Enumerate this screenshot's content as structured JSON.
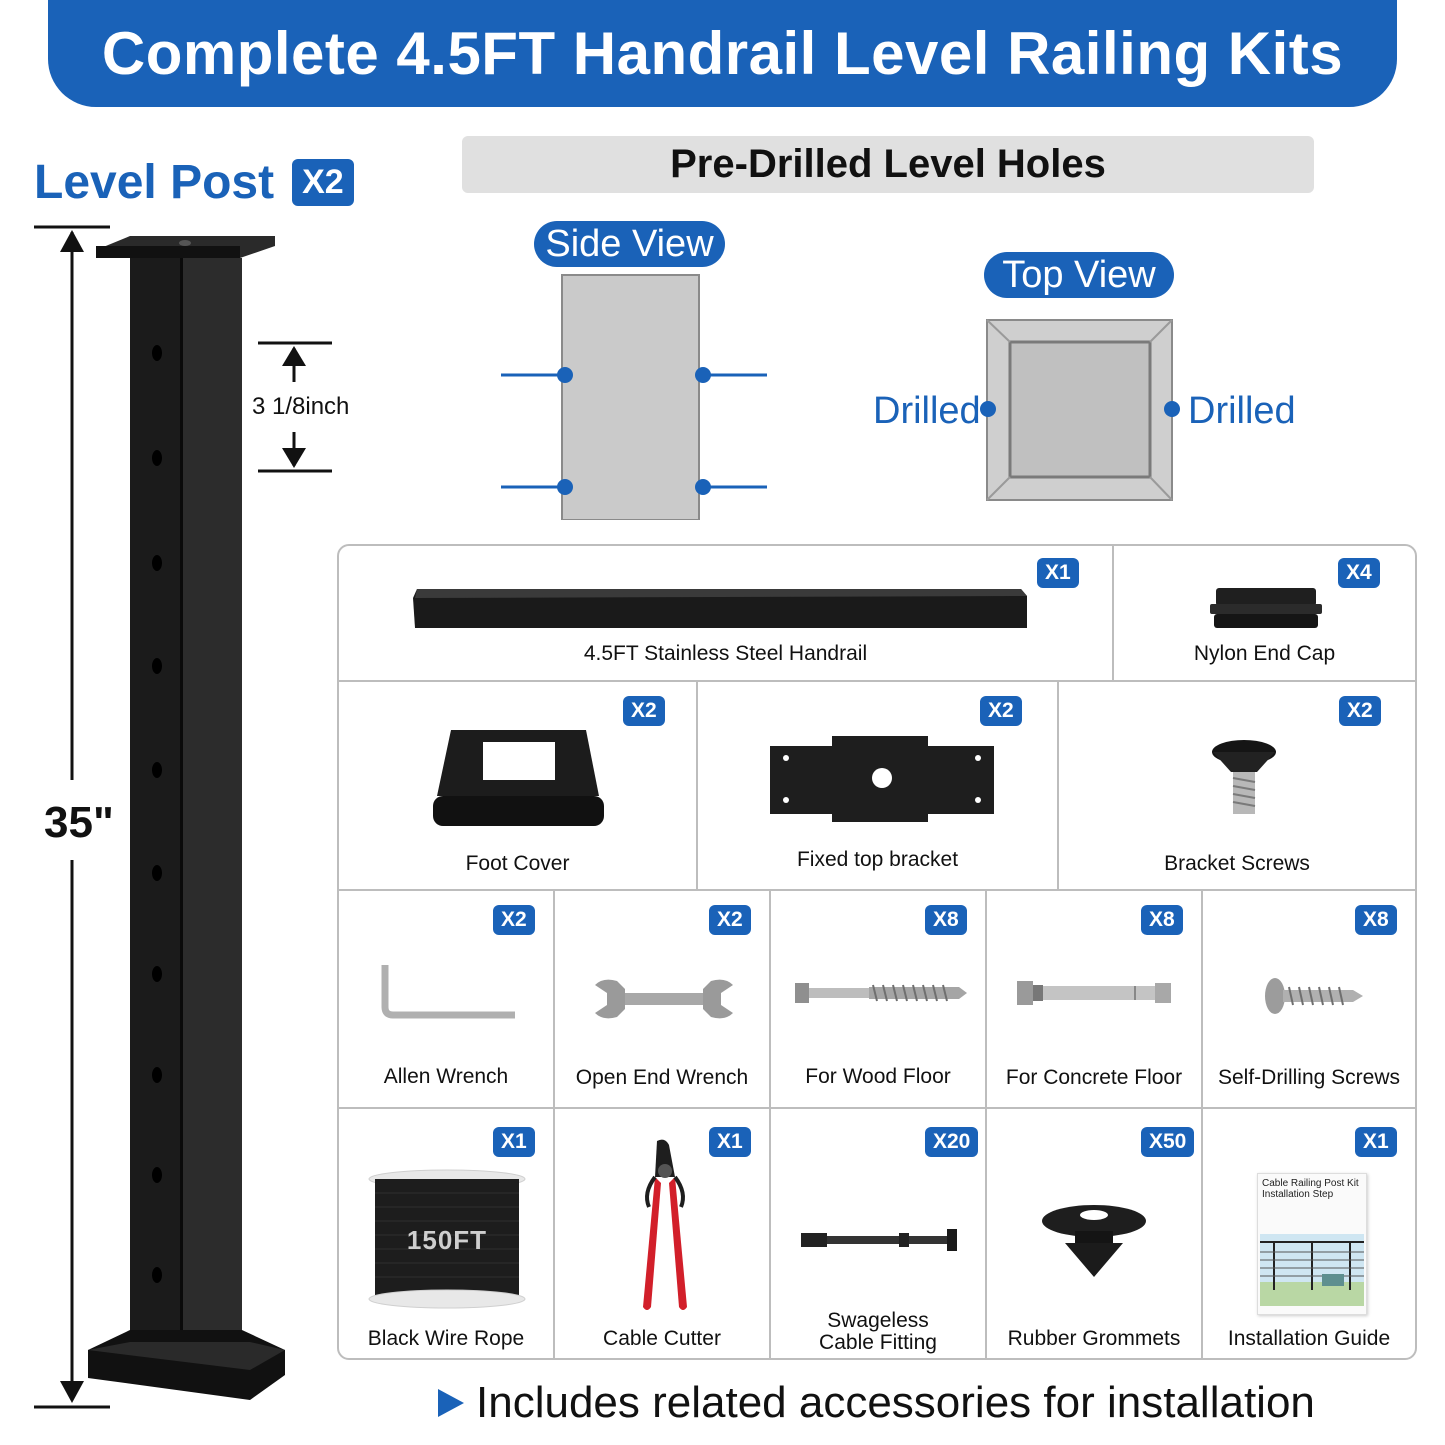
{
  "banner": {
    "title": "Complete 4.5FT Handrail Level Railing Kits"
  },
  "post": {
    "title": "Level Post",
    "qty": "X2",
    "height_label": "35\"",
    "spacing_label": "3 1/8inch"
  },
  "holes": {
    "header": "Pre-Drilled Level Holes",
    "side_view": "Side View",
    "top_view": "Top View",
    "drilled_left": "Drilled",
    "drilled_right": "Drilled"
  },
  "colors": {
    "brand_blue": "#1a62b8",
    "post_black": "#1b1b1b"
  },
  "components": [
    {
      "label": "4.5FT Stainless Steel Handrail",
      "qty": "X1",
      "icon": "handrail-icon"
    },
    {
      "label": "Nylon End Cap",
      "qty": "X4",
      "icon": "end-cap-icon"
    },
    {
      "label": "Foot Cover",
      "qty": "X2",
      "icon": "foot-cover-icon"
    },
    {
      "label": "Fixed top bracket",
      "qty": "X2",
      "icon": "top-bracket-icon"
    },
    {
      "label": "Bracket Screws",
      "qty": "X2",
      "icon": "bracket-screw-icon"
    },
    {
      "label": "Allen Wrench",
      "qty": "X2",
      "icon": "allen-wrench-icon"
    },
    {
      "label": "Open End Wrench",
      "qty": "X2",
      "icon": "open-end-wrench-icon"
    },
    {
      "label": "For Wood Floor",
      "qty": "X8",
      "icon": "lag-screw-icon"
    },
    {
      "label": "For Concrete Floor",
      "qty": "X8",
      "icon": "anchor-bolt-icon"
    },
    {
      "label": "Self-Drilling Screws",
      "qty": "X8",
      "icon": "self-drilling-screw-icon"
    },
    {
      "label": "Black Wire Rope",
      "qty": "X1",
      "icon": "wire-rope-spool-icon",
      "spool_text": "150FT"
    },
    {
      "label": "Cable Cutter",
      "qty": "X1",
      "icon": "cable-cutter-icon"
    },
    {
      "label_line1": "Swageless",
      "label_line2": "Cable Fitting",
      "qty": "X20",
      "icon": "cable-fitting-icon"
    },
    {
      "label": "Rubber Grommets",
      "qty": "X50",
      "icon": "grommet-icon"
    },
    {
      "label": "Installation Guide",
      "qty": "X1",
      "icon": "guide-booklet-icon",
      "guide_title_1": "Cable Railing Post Kit",
      "guide_title_2": "Installation Step"
    }
  ],
  "footer": {
    "note": "Includes related accessories for installation"
  }
}
